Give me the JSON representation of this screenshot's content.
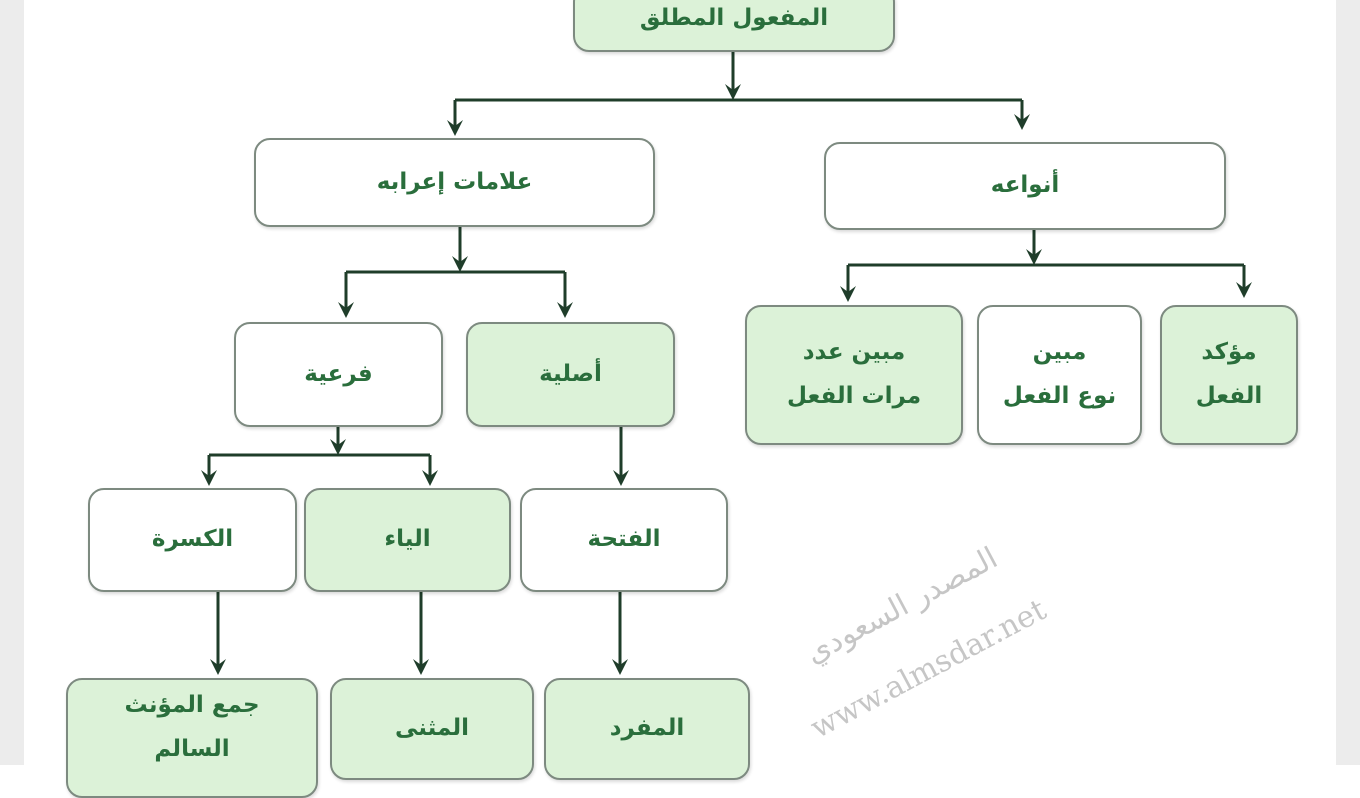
{
  "root": "المفعول المطلق",
  "types": {
    "label": "أنواعه",
    "items": [
      [
        "مؤكد",
        "الفعل"
      ],
      [
        "مبين",
        "نوع الفعل"
      ],
      [
        "مبين عدد",
        "مرات الفعل"
      ]
    ]
  },
  "signs": {
    "label": "علامات إعرابه",
    "original": "أصلية",
    "secondary": "فرعية",
    "fatha": "الفتحة",
    "yaa": "الياء",
    "kasra": "الكسرة",
    "mufrad": "المفرد",
    "muthanna": "المثنى",
    "jam": [
      "جمع المؤنث",
      "السالم"
    ]
  },
  "watermark": {
    "arabic": "المصدر السعودي",
    "url": "www.almsdar.net"
  },
  "colors": {
    "text": "#2a6e3c",
    "green_box": "#dcf2d8",
    "arrow": "#1f3d2a"
  }
}
